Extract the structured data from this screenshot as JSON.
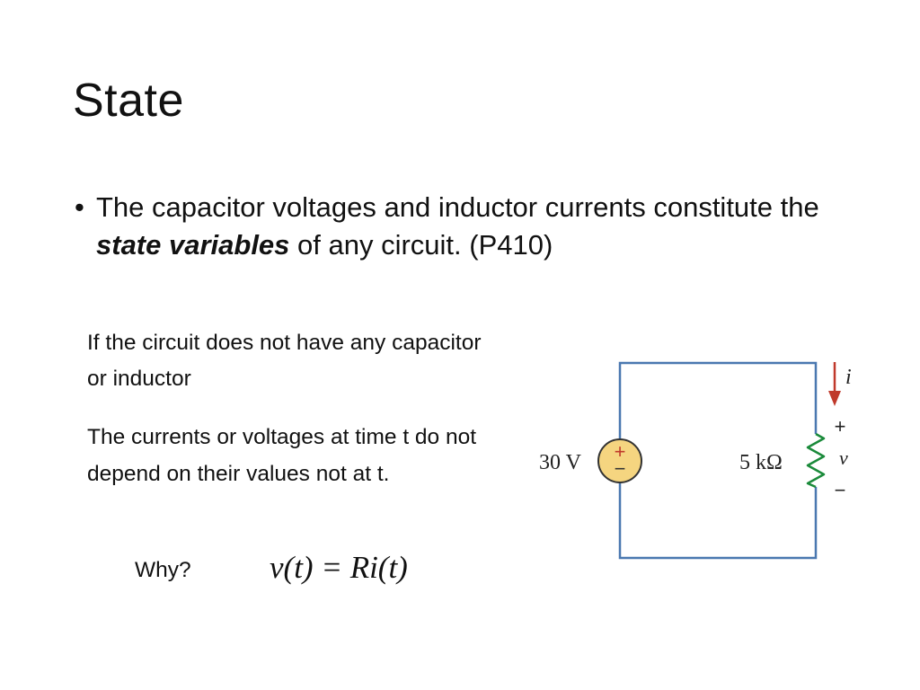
{
  "slide": {
    "title": "State",
    "bullet": {
      "marker": "•",
      "before": "The capacitor voltages and inductor currents constitute the ",
      "emphasis": "state variables",
      "after": " of any circuit. (P410)"
    },
    "para1": "If the circuit does not have any capacitor or inductor",
    "para2": "The currents or voltages at time t do not depend on their values not at t.",
    "why": "Why?",
    "formula": "v(t) = Ri(t)"
  },
  "circuit": {
    "source_label": "30 V",
    "source_plus": "+",
    "source_minus": "−",
    "resistor_label": "5 kΩ",
    "current_label": "i",
    "voltage_label": "v",
    "v_plus": "+",
    "v_minus": "−",
    "colors": {
      "wire": "#4a78b0",
      "source_fill": "#f5d580",
      "source_stroke": "#333333",
      "resistor": "#1a8a3a",
      "arrow": "#c0392b",
      "source_plus_color": "#c0392b"
    }
  }
}
